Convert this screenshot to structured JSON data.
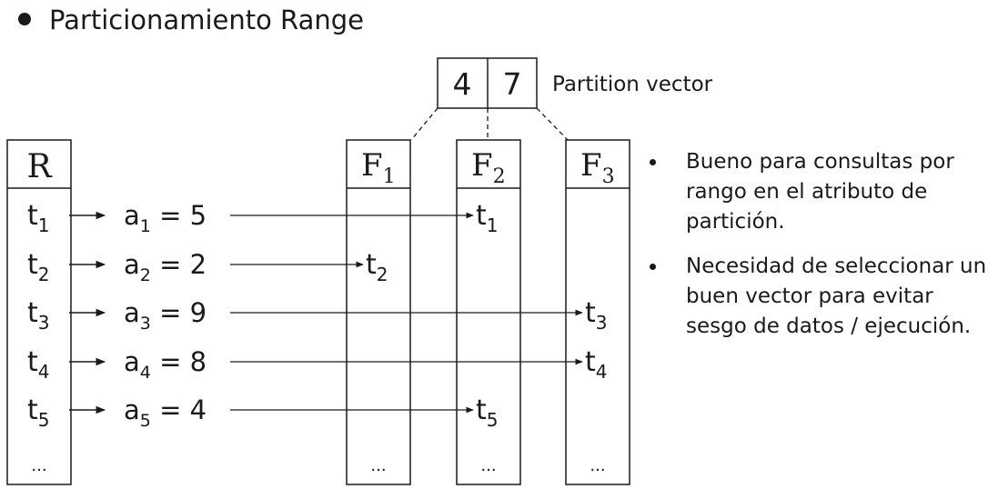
{
  "title": "Particionamiento Range",
  "partition_vector": {
    "values": [
      "4",
      "7"
    ],
    "label": "Partition vector"
  },
  "relation": {
    "name": "R",
    "tuples": [
      {
        "t": "t",
        "sub": "1",
        "attr": "a",
        "attr_sub": "1",
        "value": "5",
        "fragment": 2
      },
      {
        "t": "t",
        "sub": "2",
        "attr": "a",
        "attr_sub": "2",
        "value": "2",
        "fragment": 1
      },
      {
        "t": "t",
        "sub": "3",
        "attr": "a",
        "attr_sub": "3",
        "value": "9",
        "fragment": 3
      },
      {
        "t": "t",
        "sub": "4",
        "attr": "a",
        "attr_sub": "4",
        "value": "8",
        "fragment": 3
      },
      {
        "t": "t",
        "sub": "5",
        "attr": "a",
        "attr_sub": "5",
        "value": "4",
        "fragment": 2
      }
    ],
    "ellipsis": "..."
  },
  "fragments": [
    {
      "name": "F",
      "sub": "1",
      "ellipsis": "..."
    },
    {
      "name": "F",
      "sub": "2",
      "ellipsis": "..."
    },
    {
      "name": "F",
      "sub": "3",
      "ellipsis": "..."
    }
  ],
  "bullets": [
    "Bueno para consultas por rango en el atributo de partición.",
    "Necesidad de seleccionar un buen vector para evitar sesgo de datos / ejecución."
  ]
}
